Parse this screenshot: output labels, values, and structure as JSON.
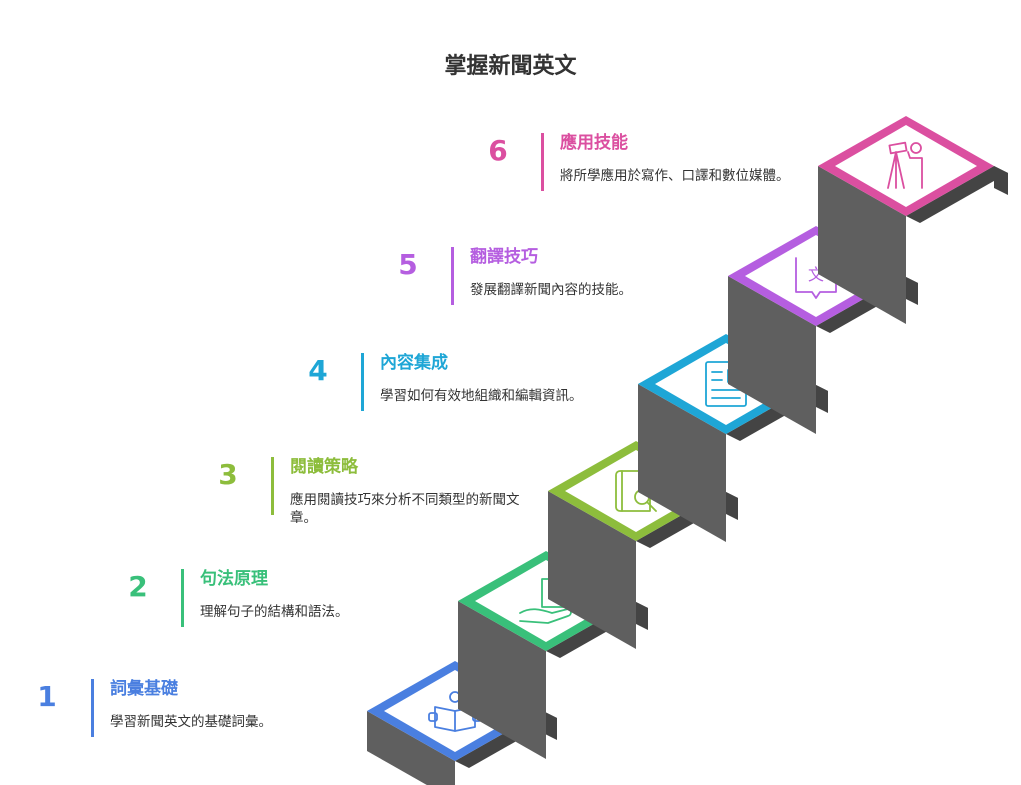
{
  "title": "掌握新聞英文",
  "colors": {
    "stair_front": "#5f5f5f",
    "stair_side": "#444444",
    "text": "#333333"
  },
  "steps": [
    {
      "number": "1",
      "heading": "詞彙基礎",
      "description": "學習新聞英文的基礎詞彙。",
      "color": "#4a7fe0",
      "icon": "reading-person-icon"
    },
    {
      "number": "2",
      "heading": "句法原理",
      "description": "理解句子的結構和語法。",
      "color": "#39c07a",
      "icon": "puzzle-hand-icon"
    },
    {
      "number": "3",
      "heading": "閱讀策略",
      "description": "應用閱讀技巧來分析不同類型的新聞文章。",
      "color": "#8dbd3c",
      "icon": "book-magnifier-icon"
    },
    {
      "number": "4",
      "heading": "內容集成",
      "description": "學習如何有效地組織和編輯資訊。",
      "color": "#1ea6d6",
      "icon": "newspaper-icon"
    },
    {
      "number": "5",
      "heading": "翻譯技巧",
      "description": "發展翻譯新聞內容的技能。",
      "color": "#b55ee0",
      "icon": "translate-book-icon"
    },
    {
      "number": "6",
      "heading": "應用技能",
      "description": "將所學應用於寫作、口譯和數位媒體。",
      "color": "#db4fa0",
      "icon": "telescope-person-icon"
    }
  ]
}
